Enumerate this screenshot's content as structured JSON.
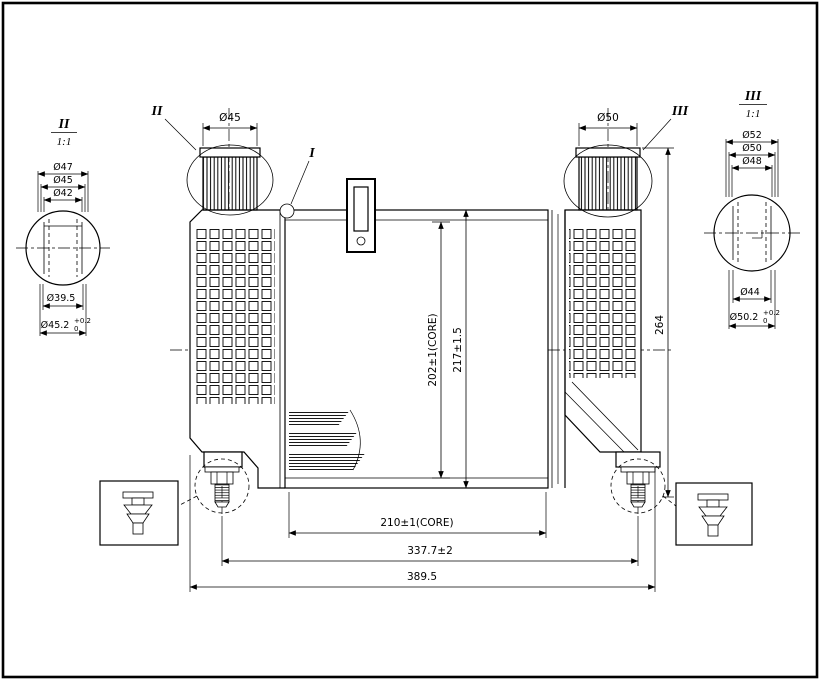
{
  "drawing": {
    "callouts": {
      "bracket": "I",
      "left_pipe_section": "II",
      "right_pipe_section": "III"
    },
    "pipes": {
      "left_diameter": "Ø45",
      "right_diameter": "Ø50"
    },
    "dimensions": {
      "core_height": "202±1(CORE)",
      "overall_height": "217±1.5",
      "total_height": "264",
      "core_width": "210±1(CORE)",
      "mount_span": "337.7±2",
      "overall_width": "389.5"
    },
    "section_left": {
      "label": "II",
      "scale": "1:1",
      "dia_outer": "Ø47",
      "dia_mid": "Ø45",
      "dia_inner": "Ø42",
      "dia_bottom": "Ø39.5",
      "dia_tol": "Ø45.2",
      "tol_plus": "+0.2",
      "tol_minus": "0"
    },
    "section_right": {
      "label": "III",
      "scale": "1:1",
      "dia_outer": "Ø52",
      "dia_mid": "Ø50",
      "dia_inner": "Ø48",
      "dia_bottom": "Ø44",
      "dia_tol": "Ø50.2",
      "tol_plus": "+0.2",
      "tol_minus": "0"
    }
  }
}
